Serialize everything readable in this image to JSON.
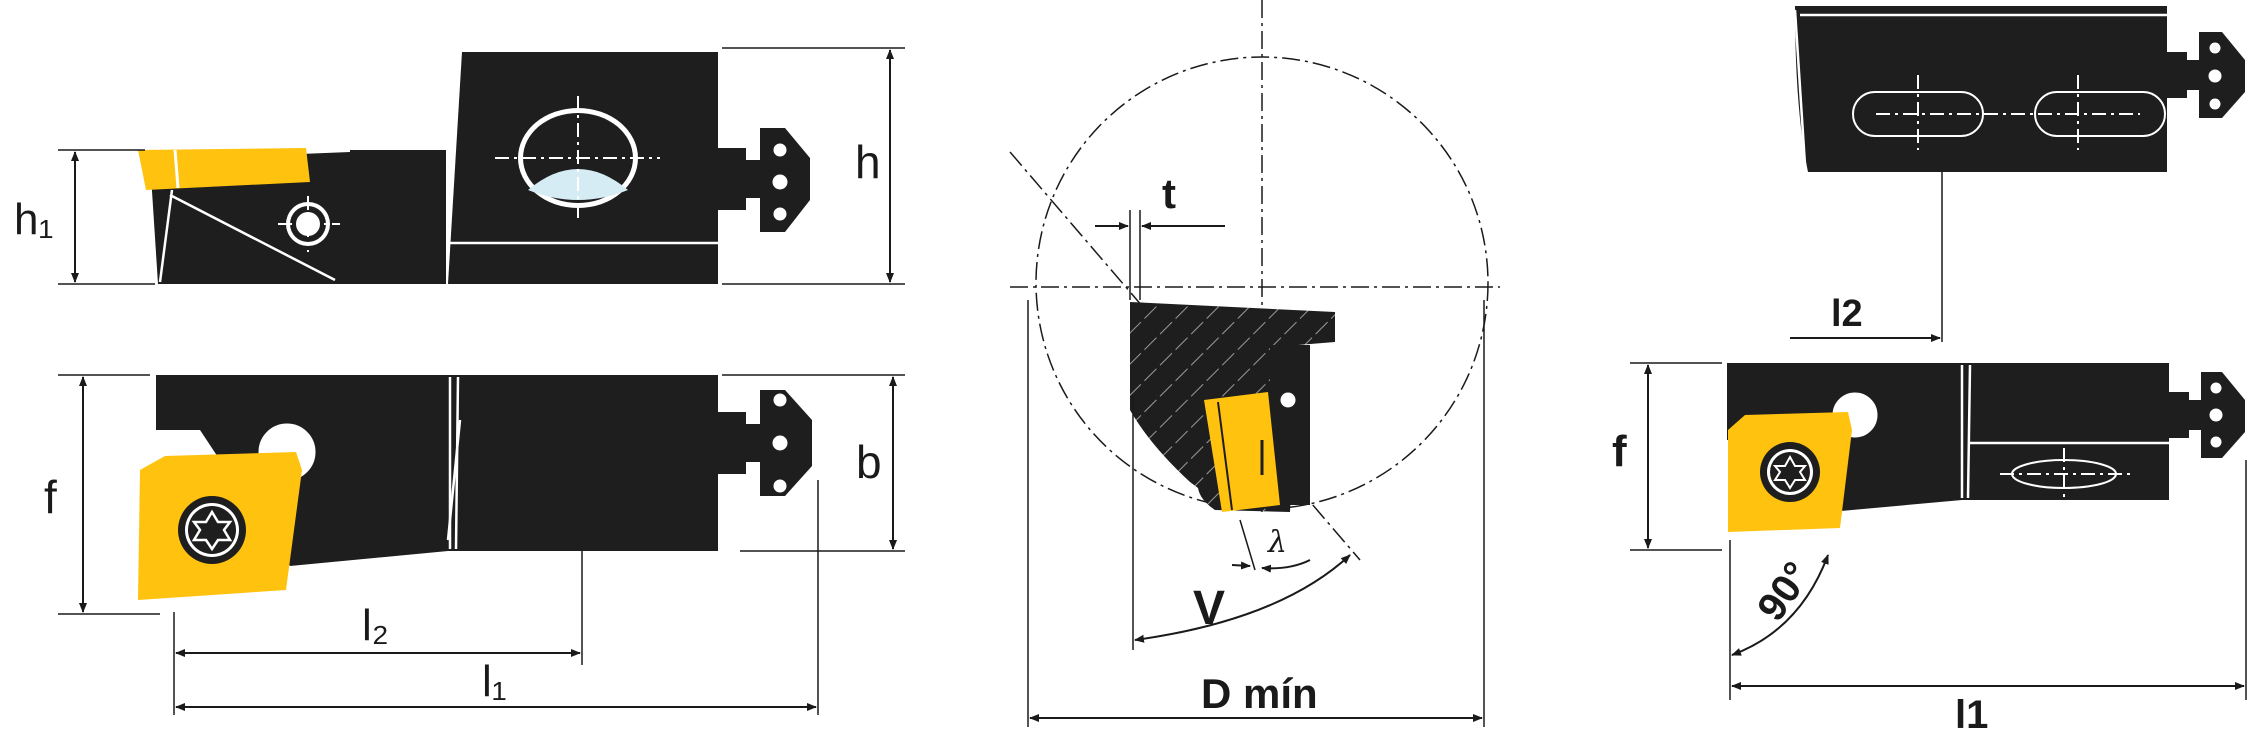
{
  "labels": {
    "h1": "h₁",
    "h": "h",
    "f_left": "f",
    "b": "b",
    "l2_left": "l₂",
    "l1_left": "l₁",
    "t": "t",
    "lambda": "λ",
    "v": "V",
    "d_min": "D mín",
    "l2_right": "l2",
    "f_right": "f",
    "angle_90": "90°",
    "l1_right": "l1"
  },
  "colors": {
    "insert": "#ffc20e",
    "tool_body": "#1e1e1e",
    "line": "#1a1a1a"
  },
  "icons": {
    "insert_screw": "torx-screw-icon",
    "clamp_screw": "clamp-screw-icon",
    "coupling_head": "coupling-head-icon"
  }
}
